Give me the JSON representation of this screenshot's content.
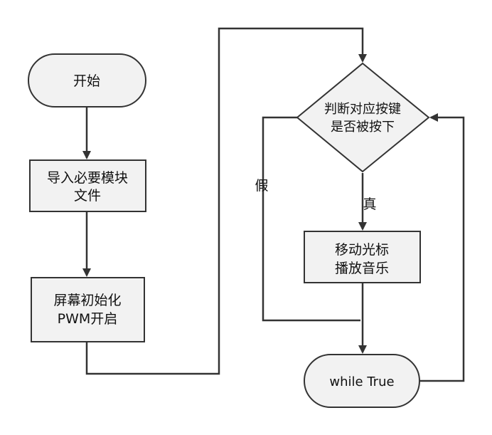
{
  "flowchart": {
    "start": "开始",
    "import": [
      "导入必要模块",
      "文件"
    ],
    "init": [
      "屏幕初始化",
      "PWM开启"
    ],
    "decision": [
      "判断对应按键",
      "是否被按下"
    ],
    "action": [
      "移动光标",
      "播放音乐"
    ],
    "loop": "while True",
    "label_true": "真",
    "label_false": "假"
  },
  "colors": {
    "fill": "#f2f2f2",
    "stroke": "#333333",
    "line": "#333333"
  }
}
